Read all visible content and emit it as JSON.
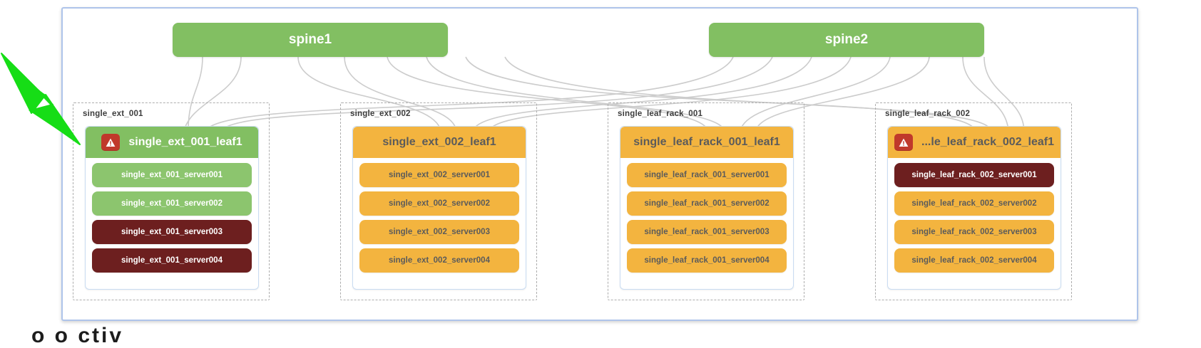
{
  "canvas": {
    "border_color": "#aec4ea"
  },
  "colors": {
    "green": "#82bf62",
    "green_light": "#8cc56e",
    "orange": "#f3b43f",
    "dark_red": "#6d1f1f",
    "warning_badge": "#c0392b",
    "link": "#cccccc",
    "arrow": "#16dd16",
    "rack_border": "#adadad"
  },
  "spines": [
    {
      "label": "spine1",
      "state": "green"
    },
    {
      "label": "spine2",
      "state": "green"
    }
  ],
  "racks": [
    {
      "group_label": "single_ext_001",
      "leaf": {
        "label": "single_ext_001_leaf1",
        "state": "green",
        "warning": true
      },
      "servers": [
        {
          "label": "single_ext_001_server001",
          "state": "green"
        },
        {
          "label": "single_ext_001_server002",
          "state": "green"
        },
        {
          "label": "single_ext_001_server003",
          "state": "darkred"
        },
        {
          "label": "single_ext_001_server004",
          "state": "darkred"
        }
      ]
    },
    {
      "group_label": "single_ext_002",
      "leaf": {
        "label": "single_ext_002_leaf1",
        "state": "orange",
        "warning": false
      },
      "servers": [
        {
          "label": "single_ext_002_server001",
          "state": "orange"
        },
        {
          "label": "single_ext_002_server002",
          "state": "orange"
        },
        {
          "label": "single_ext_002_server003",
          "state": "orange"
        },
        {
          "label": "single_ext_002_server004",
          "state": "orange"
        }
      ]
    },
    {
      "group_label": "single_leaf_rack_001",
      "leaf": {
        "label": "single_leaf_rack_001_leaf1",
        "state": "orange",
        "warning": false
      },
      "servers": [
        {
          "label": "single_leaf_rack_001_server001",
          "state": "orange"
        },
        {
          "label": "single_leaf_rack_001_server002",
          "state": "orange"
        },
        {
          "label": "single_leaf_rack_001_server003",
          "state": "orange"
        },
        {
          "label": "single_leaf_rack_001_server004",
          "state": "orange"
        }
      ]
    },
    {
      "group_label": "single_leaf_rack_002",
      "leaf": {
        "label": "...le_leaf_rack_002_leaf1",
        "state": "orange",
        "warning": true
      },
      "servers": [
        {
          "label": "single_leaf_rack_002_server001",
          "state": "darkred"
        },
        {
          "label": "single_leaf_rack_002_server002",
          "state": "orange"
        },
        {
          "label": "single_leaf_rack_002_server003",
          "state": "orange"
        },
        {
          "label": "single_leaf_rack_002_server004",
          "state": "orange"
        }
      ]
    }
  ],
  "annotation": {
    "arrow_points_to": "single_ext_001_leaf1"
  },
  "caption": {
    "text": "o o ctiv"
  }
}
